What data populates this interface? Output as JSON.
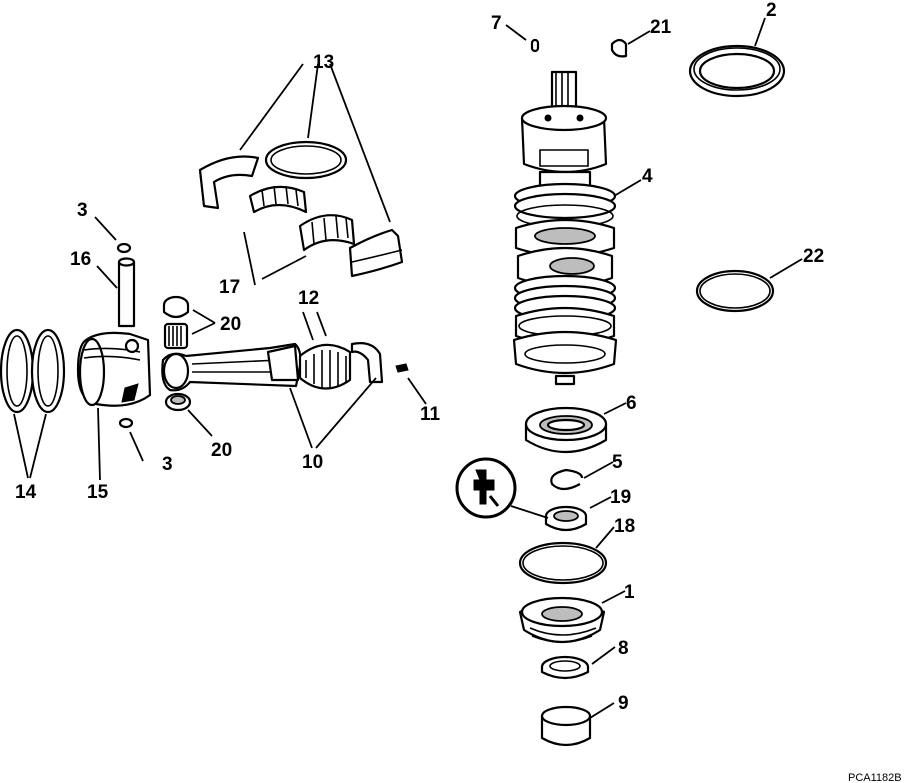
{
  "callouts": {
    "c1": "1",
    "c2": "2",
    "c3a": "3",
    "c3b": "3",
    "c4": "4",
    "c5": "5",
    "c6": "6",
    "c7": "7",
    "c8": "8",
    "c9": "9",
    "c10": "10",
    "c11": "11",
    "c12": "12",
    "c13": "13",
    "c14": "14",
    "c15": "15",
    "c16": "16",
    "c17": "17",
    "c18": "18",
    "c19": "19",
    "c20a": "20",
    "c20b": "20",
    "c21": "21",
    "c22": "22"
  },
  "figure_code": "PCA1182B",
  "colors": {
    "line": "#000000",
    "background": "#ffffff",
    "shade": "#bdbdbd"
  },
  "icons": {
    "lubricant_symbol": "grease-gun-lubricant-icon"
  }
}
